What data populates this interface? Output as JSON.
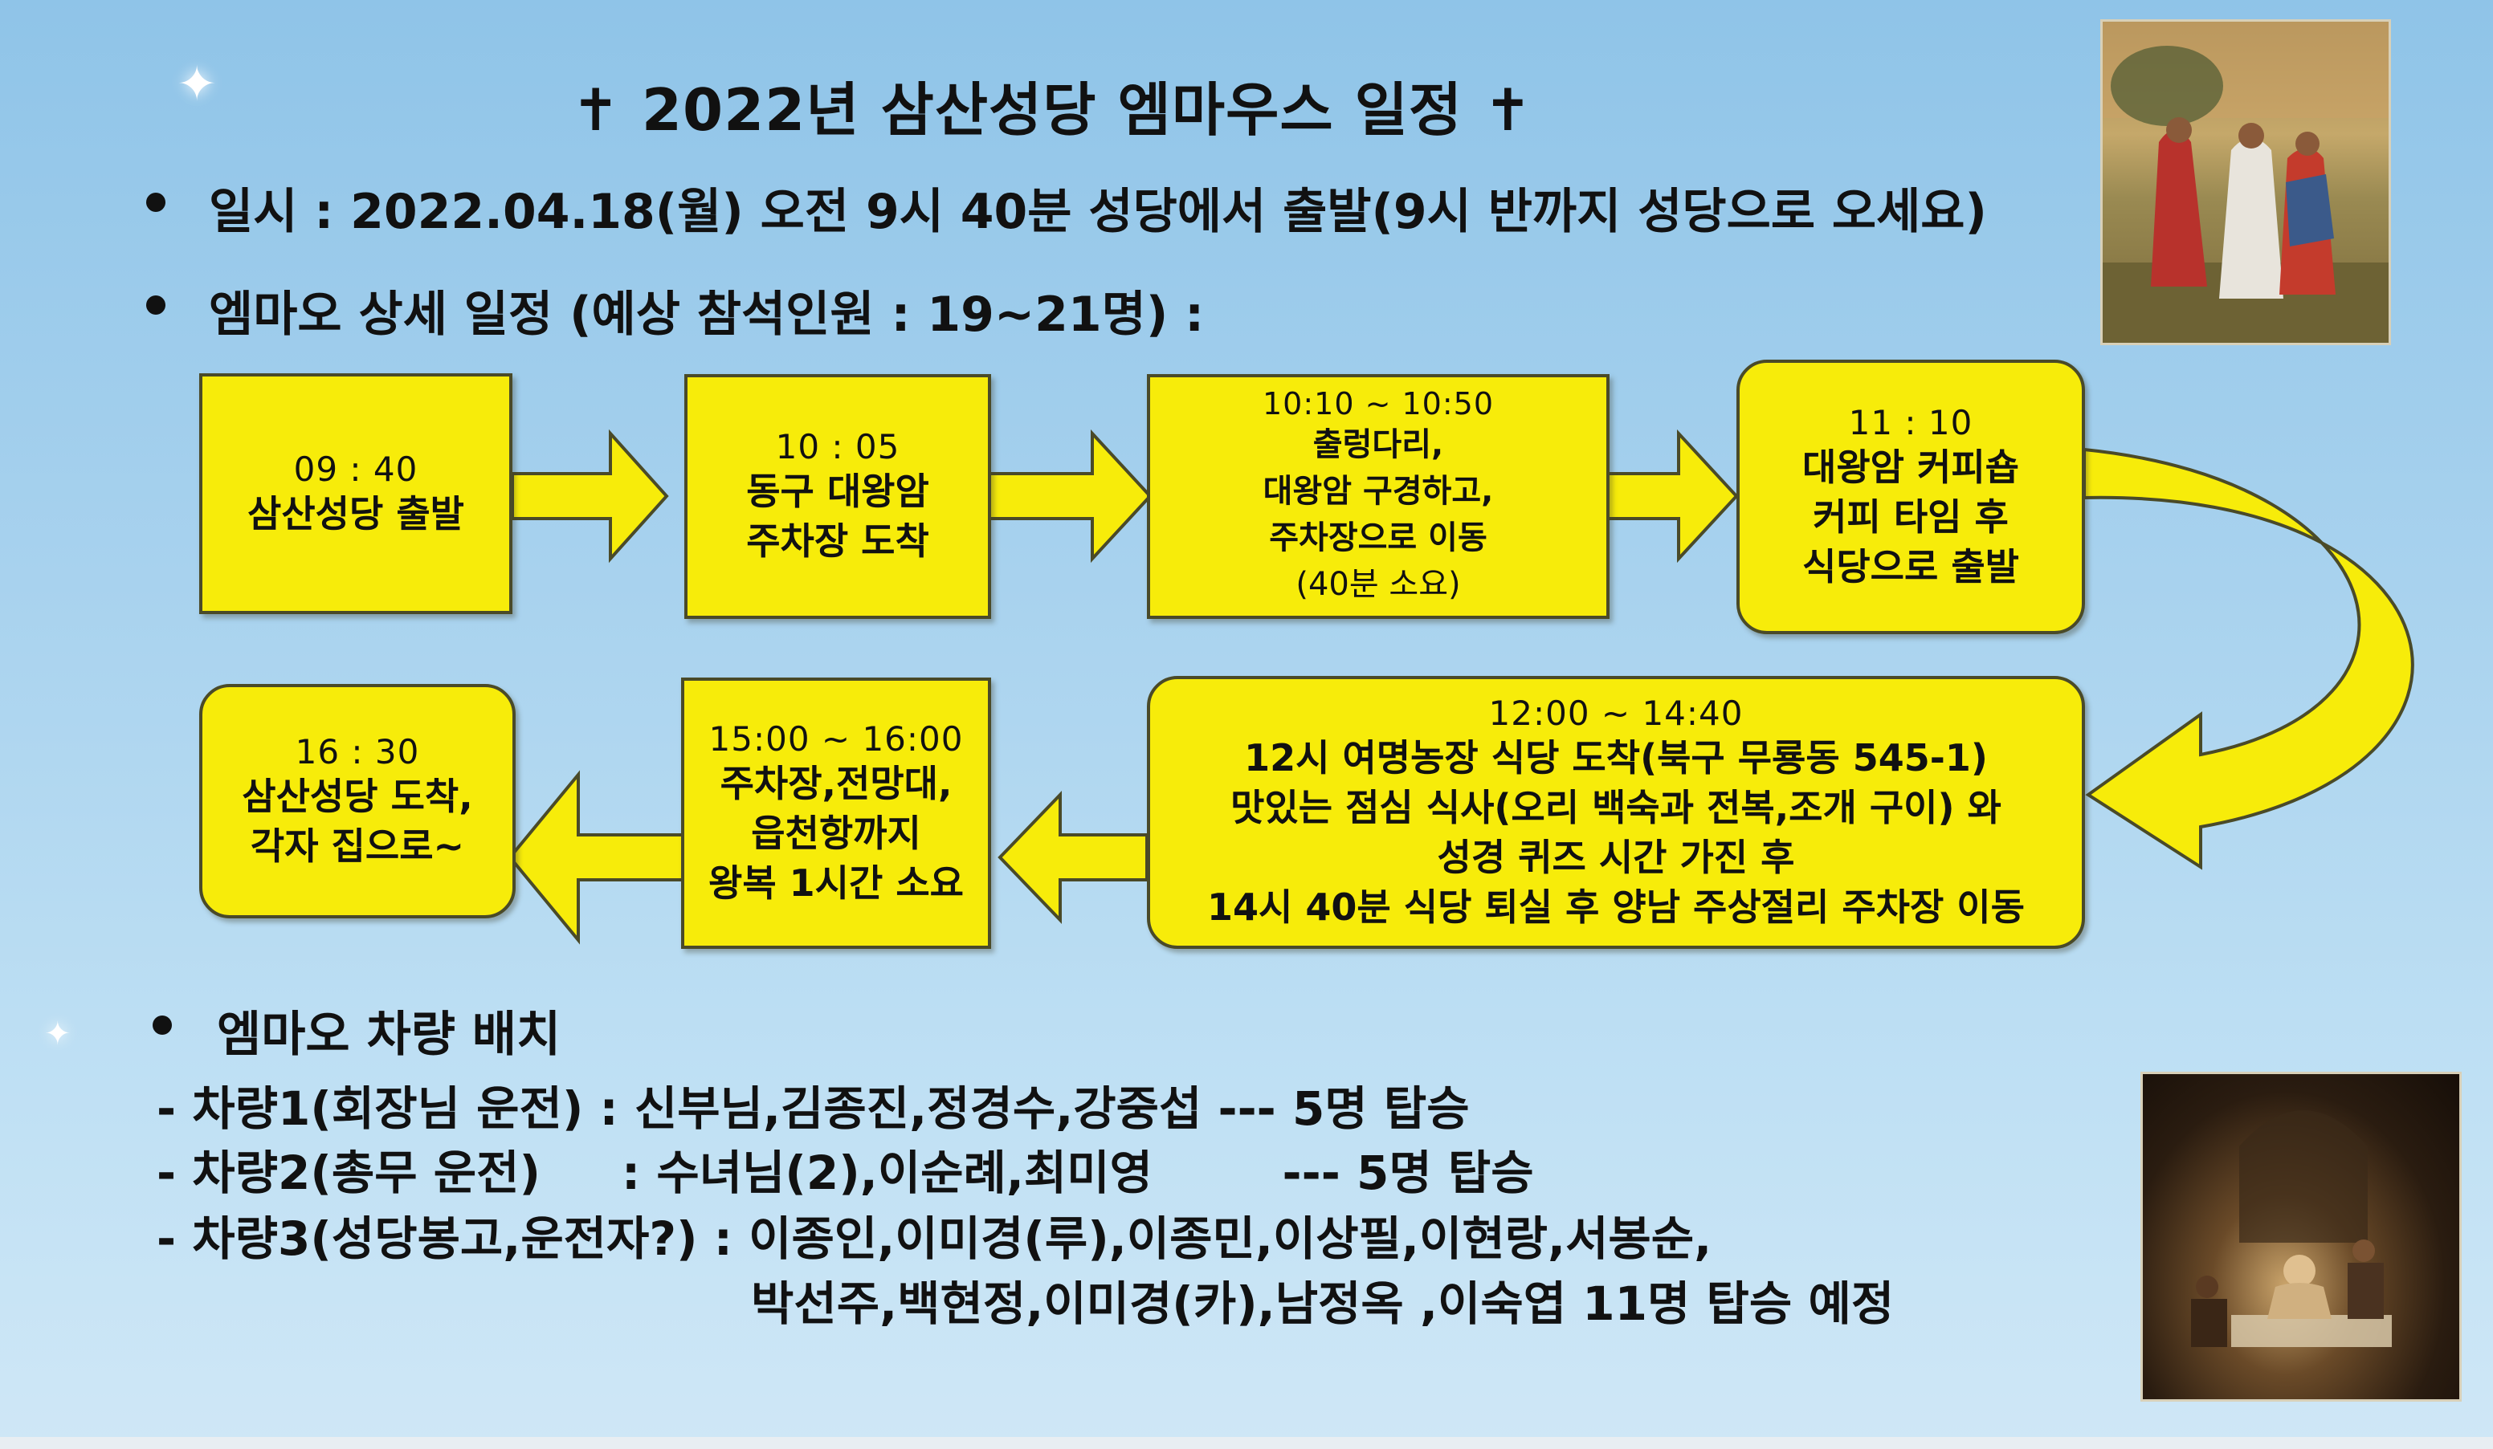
{
  "title": "✝ 2022년 삼산성당 엠마우스 일정 ✝",
  "date_line": "일시 : 2022.04.18(월) 오전 9시 40분 성당에서 출발(9시 반까지 성당으로 오세요)",
  "schedule_heading": "엠마오 상세 일정 (예상 참석인원 : 19~21명) :",
  "steps": [
    {
      "time": "09 : 40",
      "lines": [
        "삼산성당 출발"
      ]
    },
    {
      "time": "10 : 05",
      "lines": [
        "동구 대왕암",
        "주차장 도착"
      ]
    },
    {
      "time": "10:10 ~ 10:50",
      "lines": [
        "출렁다리,",
        "대왕암 구경하고,",
        "주차장으로 이동",
        "(40분 소요)"
      ]
    },
    {
      "time": "11 : 10",
      "lines": [
        "대왕암 커피숍",
        "커피 타임 후",
        "식당으로 출발"
      ]
    },
    {
      "time": "12:00 ~ 14:40",
      "lines": [
        "12시 여명농장 식당 도착(북구 무룡동 545-1)",
        "맛있는 점심 식사(오리 백숙과 전복,조개 구이) 와",
        "성경 퀴즈 시간 가진 후",
        "14시 40분 식당 퇴실 후 양남 주상절리 주차장 이동"
      ]
    },
    {
      "time": "15:00 ~ 16:00",
      "lines": [
        "주차장,전망대,",
        "읍천항까지",
        "왕복 1시간 소요"
      ]
    },
    {
      "time": "16 : 30",
      "lines": [
        "삼산성당 도착,",
        "각자 집으로~"
      ]
    }
  ],
  "vehicle_heading": "엠마오 차량 배치",
  "vehicles": [
    "- 차량1(회장님 운전) : 신부님,김종진,정경수,강중섭 --- 5명 탑승",
    "- 차량2(총무 운전)     : 수녀님(2),이순례,최미영        --- 5명 탑승",
    "- 차량3(성당봉고,운전자?) : 이종인,이미경(루),이종민,이상필,이현랑,서봉순,",
    "박선주,백현정,이미경(카),남정옥 ,이숙엽 11명 탑승 예정"
  ],
  "colors": {
    "box_fill": "#f7ec0a",
    "box_border": "#4a4a28",
    "background": "#a8d2ee"
  },
  "icons": [
    "sparkle-icon",
    "bullet-icon",
    "right-arrow-icon",
    "left-arrow-icon",
    "curved-arrow-icon"
  ]
}
